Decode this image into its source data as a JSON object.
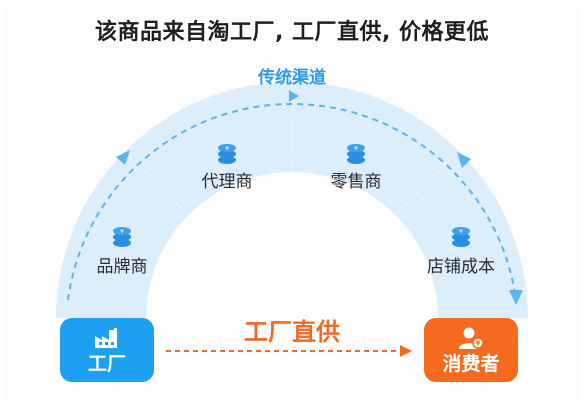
{
  "headline": "该商品来自淘工厂, 工厂直供, 价格更低",
  "channel": {
    "title": "传统渠道",
    "stages": [
      "品牌商",
      "代理商",
      "零售商",
      "店铺成本"
    ]
  },
  "direct": {
    "label": "工厂直供"
  },
  "endpoints": {
    "factory": "工厂",
    "consumer": "消费者"
  },
  "colors": {
    "arc_fill": "#dcedfb",
    "arc_dash": "#5db3ee",
    "coin": "#2b8fe0",
    "factory": "#1ea0f2",
    "consumer": "#f46a1f",
    "direct": "#f26a22"
  },
  "icons": [
    "coin-stack-icon",
    "factory-icon",
    "consumer-icon",
    "arrow-right-icon"
  ]
}
